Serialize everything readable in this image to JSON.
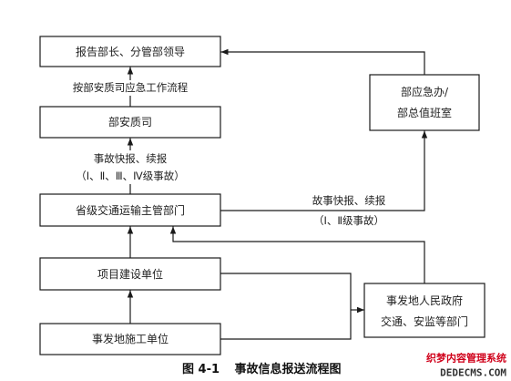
{
  "theme": {
    "line": "#1a1a1a",
    "watermark": "#d0021b"
  },
  "nodes": {
    "report_leaders": {
      "label": "报告部长、分管部领导"
    },
    "safety_dept": {
      "label": "部安质司"
    },
    "provincial_transport": {
      "label": "省级交通运输主管部门"
    },
    "project_unit": {
      "label": "项目建设单位"
    },
    "construction_unit": {
      "label": "事发地施工单位"
    },
    "emergency_office": {
      "lines": [
        "部应急办/",
        "部总值班室"
      ]
    },
    "local_government": {
      "lines": [
        "事发地人民政府",
        "交通、安监等部门"
      ]
    }
  },
  "edge_labels": {
    "procedure": "按部安质司应急工作流程",
    "report_all_levels": [
      "事故快报、续报",
      "（Ⅰ、Ⅱ、Ⅲ、Ⅳ级事故）"
    ],
    "report_major_levels": [
      "故事快报、续报",
      "（Ⅰ、Ⅱ级事故）"
    ]
  },
  "caption": {
    "number": "图 4-1",
    "title": "事故信息报送流程图"
  },
  "watermark": {
    "line1": "织梦内容管理系统",
    "line2": "DEDECMS.COM"
  }
}
